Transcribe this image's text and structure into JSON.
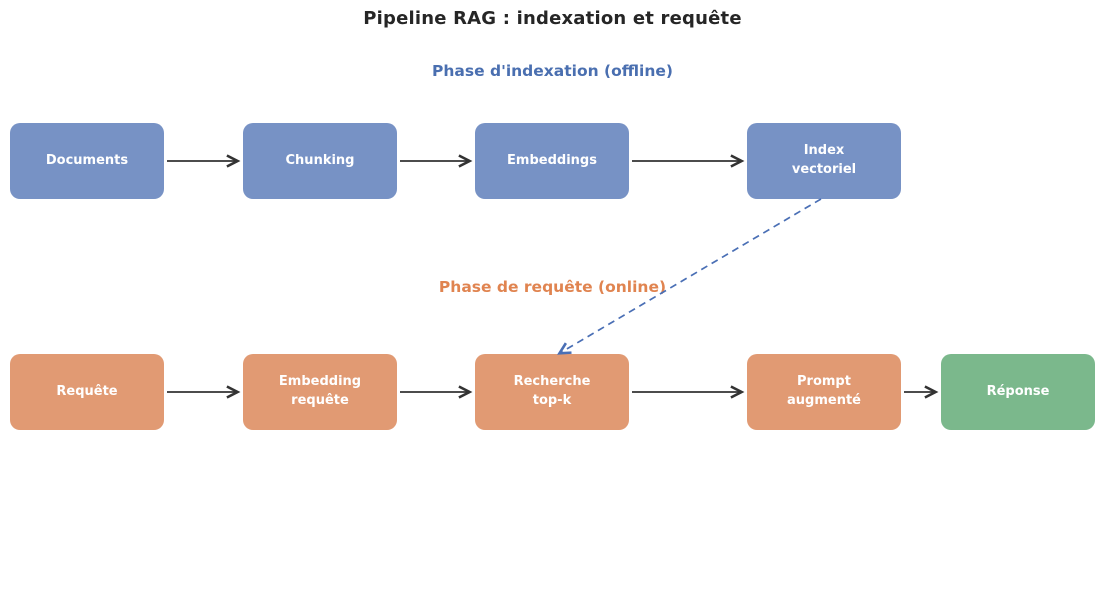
{
  "title": "Pipeline RAG : indexation et requête",
  "sections": {
    "offline": {
      "heading": "Phase d'indexation (offline)",
      "nodes": [
        {
          "label": "Documents"
        },
        {
          "label": "Chunking"
        },
        {
          "label": "Embeddings"
        },
        {
          "label": "Index\nvectoriel"
        }
      ]
    },
    "online": {
      "heading": "Phase de requête (online)",
      "nodes": [
        {
          "label": "Requête"
        },
        {
          "label": "Embedding\nrequête"
        },
        {
          "label": "Recherche\ntop-k"
        },
        {
          "label": "Prompt\naugmenté"
        },
        {
          "label": "Réponse"
        }
      ]
    }
  },
  "edges": {
    "solid": [
      "Documents → Chunking",
      "Chunking → Embeddings",
      "Embeddings → Index vectoriel",
      "Requête → Embedding requête",
      "Embedding requête → Recherche top-k",
      "Recherche top-k → Prompt augmenté",
      "Prompt augmenté → Réponse"
    ],
    "dashed": [
      "Index vectoriel → Recherche top-k"
    ]
  },
  "colors": {
    "title_color": "#262626",
    "heading_offline": "#4a6fb0",
    "heading_online": "#e08450",
    "node_blue": "#7792c5",
    "node_orange": "#e19a73",
    "node_green": "#7bb88c",
    "arrow_color": "#333333",
    "link_color": "#4a6fb5"
  }
}
